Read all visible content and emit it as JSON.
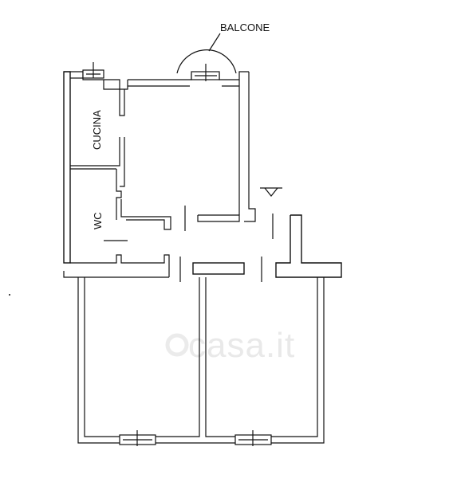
{
  "rooms": {
    "balcone": "BALCONE",
    "cucina": "CUCINA",
    "wc": "WC"
  },
  "watermark": "casa.it",
  "colors": {
    "wall": "#111111",
    "watermark": "#e6e6e6",
    "background": "#ffffff"
  }
}
